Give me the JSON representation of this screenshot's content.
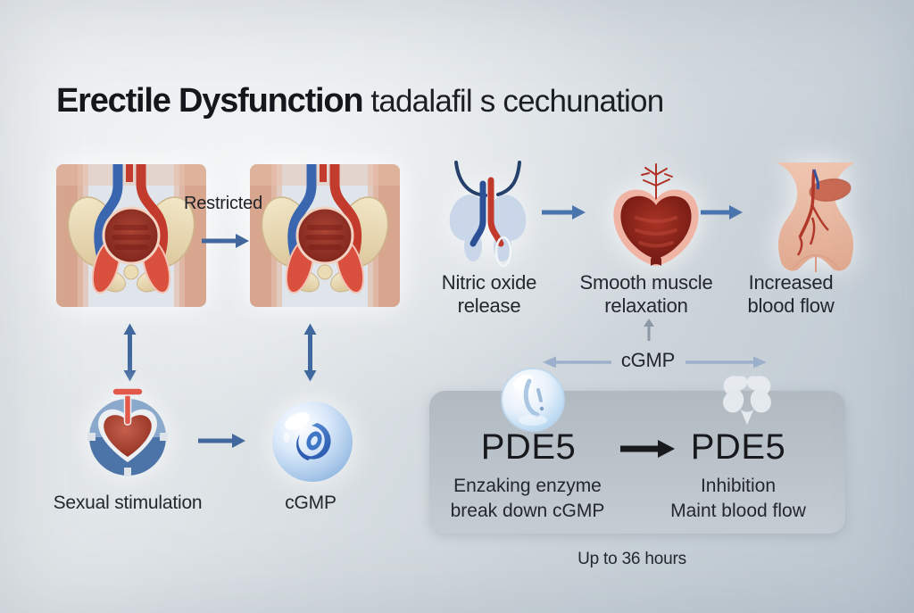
{
  "title": {
    "main": "Erectile Dysfunction",
    "subtitle": "tadalafil s cechunation"
  },
  "left_flow": {
    "restricted_label": "Restricted",
    "sexual_stimulation_label": "Sexual stimulation",
    "cgmp_label": "cGMP"
  },
  "pathway": {
    "step1_line1": "Nitric oxide",
    "step1_line2": "release",
    "step2_line1": "Smooth muscle",
    "step2_line2": "relaxation",
    "step3_line1": "Increased",
    "step3_line2": "blood flow",
    "cgmp_label": "cGMP"
  },
  "pde5_panel": {
    "enzyme_title": "PDE5",
    "enzyme_line1": "Enzaking enzyme",
    "enzyme_line2": "break down cGMP",
    "inhibition_title": "PDE5",
    "inhibition_line1": "Inhibition",
    "inhibition_line2": "Maint  blood flow",
    "duration_label": "Up to 36 hours"
  },
  "icons": [
    "pelvis-restricted-icon",
    "pelvis-treated-icon",
    "sexual-stimulation-icon",
    "cgmp-sphere-icon",
    "nitric-oxide-release-icon",
    "smooth-muscle-icon",
    "increased-blood-flow-icon",
    "pde5-enzyme-sphere-icon",
    "pde5-inhibitor-molecule-icon"
  ],
  "colors": {
    "background_light": "#e9eced",
    "background_dark": "#bcc7d1",
    "arrow_blue": "#41679c",
    "arrow_light_blue": "#9db0cb",
    "arrow_gray": "#8d98a6",
    "arrow_black": "#17191d",
    "panel_gray": "#b7bfc7",
    "title_text": "#14171b",
    "label_text": "#23272e",
    "heart_red": "#a33527",
    "vessel_blue": "#3a66b0",
    "vessel_red": "#c23b2d",
    "bone_beige": "#e9dcb4",
    "skin_tone": "#d8a68f",
    "sphere_blue": "#9dbfe4"
  }
}
